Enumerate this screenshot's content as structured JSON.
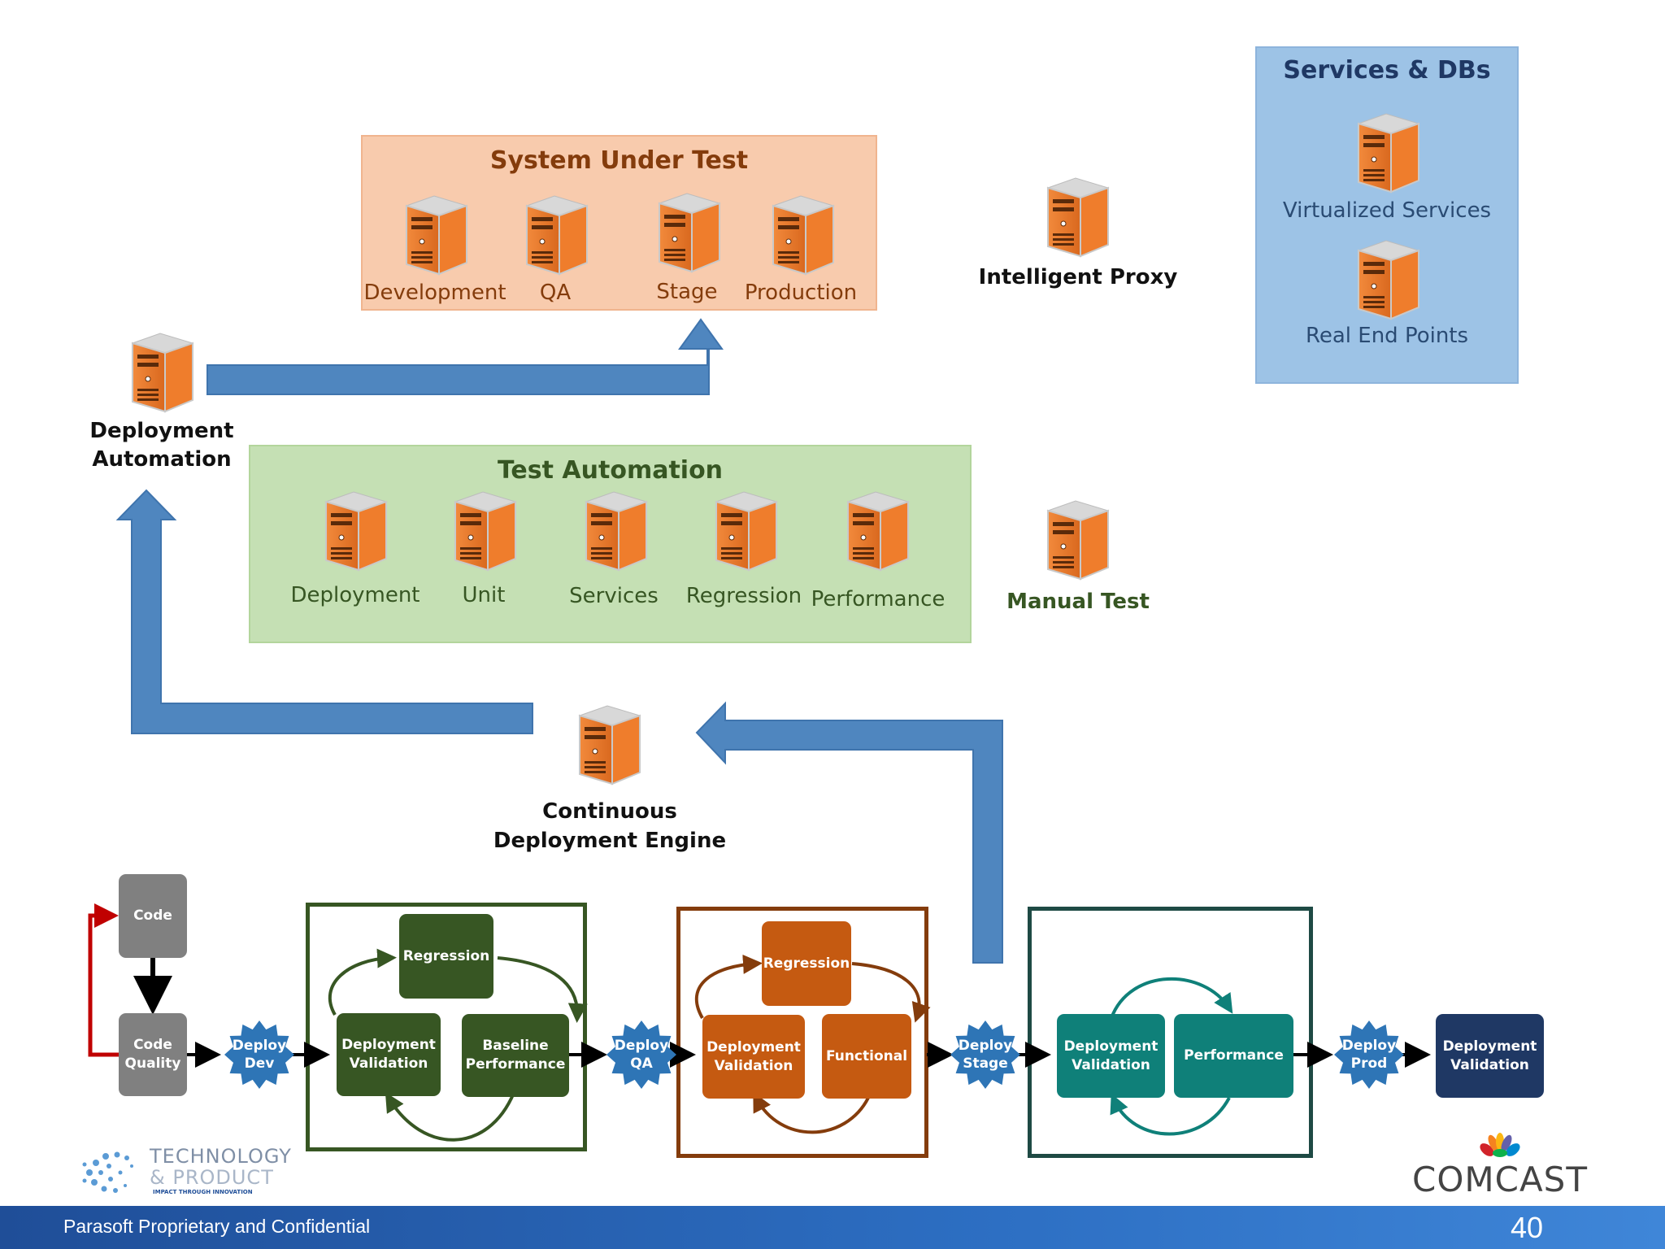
{
  "services_panel": {
    "title": "Services & DBs",
    "items": [
      "Virtualized Services",
      "Real End Points"
    ]
  },
  "sut_panel": {
    "title": "System Under Test",
    "items": [
      "Development",
      "QA",
      "Stage",
      "Production"
    ]
  },
  "proxy": {
    "label": "Intelligent Proxy"
  },
  "deployment_automation": {
    "label_line1": "Deployment",
    "label_line2": "Automation"
  },
  "test_automation": {
    "title": "Test Automation",
    "items": [
      "Deployment",
      "Unit",
      "Services",
      "Regression",
      "Performance"
    ]
  },
  "manual_test": {
    "label": "Manual Test"
  },
  "engine": {
    "label_line1": "Continuous",
    "label_line2": "Deployment Engine"
  },
  "pipeline": {
    "code": "Code",
    "code_quality": [
      "Code",
      "Quality"
    ],
    "deploy_dev": [
      "Deploy",
      "Dev"
    ],
    "deploy_qa": [
      "Deploy",
      "QA"
    ],
    "deploy_stage": [
      "Deploy",
      "Stage"
    ],
    "deploy_prod": [
      "Deploy",
      "Prod"
    ],
    "dev_stage": {
      "regression": "Regression",
      "deployment_validation": [
        "Deployment",
        "Validation"
      ],
      "baseline_performance": [
        "Baseline",
        "Performance"
      ]
    },
    "qa_stage": {
      "regression": "Regression",
      "deployment_validation": [
        "Deployment",
        "Validation"
      ],
      "functional": "Functional"
    },
    "stage_stage": {
      "deployment_validation": [
        "Deployment",
        "Validation"
      ],
      "performance": "Performance"
    },
    "prod": {
      "deployment_validation": [
        "Deployment",
        "Validation"
      ]
    }
  },
  "logos": {
    "left_line1": "TECHNOLOGY",
    "left_line2": "& PRODUCT",
    "left_tagline": "IMPACT THROUGH INNOVATION",
    "right": "COMCAST"
  },
  "footer": {
    "text": "Parasoft Proprietary and Confidential",
    "page": "40"
  },
  "colors": {
    "server": "#e8782a",
    "arrow_blue": "#4f86bf",
    "dev_green": "#375623",
    "qa_orange": "#c55a11",
    "stage_teal": "#0f8079",
    "prod_navy": "#1f3864",
    "star_blue": "#2e75b6",
    "code_gray": "#808080"
  }
}
